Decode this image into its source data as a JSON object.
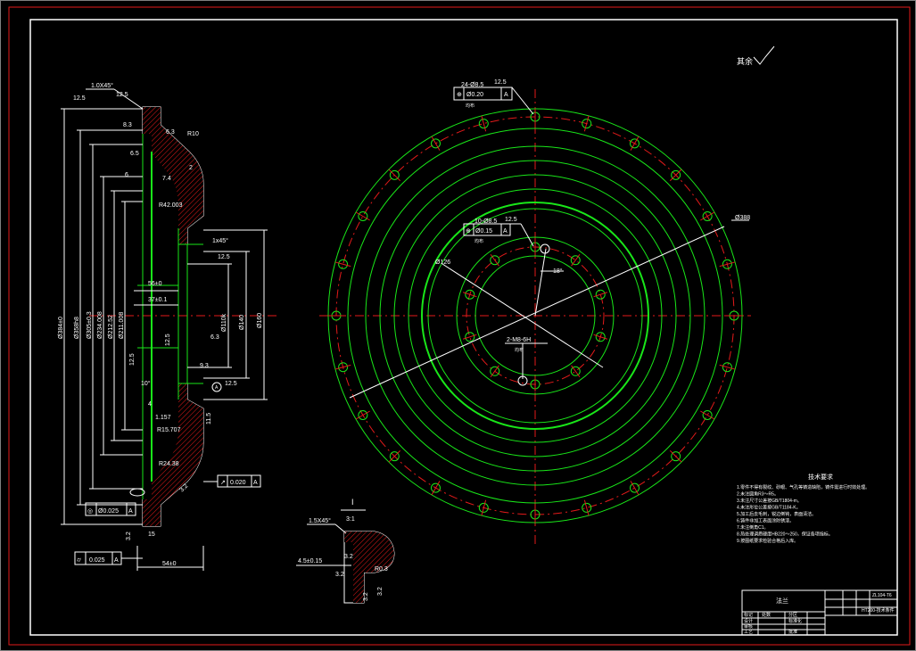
{
  "drawing": {
    "roughness_note": "其余",
    "top_tolerance": {
      "count_label": "24-Ø8.5",
      "position": "Ø0.20",
      "datum": "A",
      "roughness": "12.5",
      "note": "均布"
    },
    "inner_tolerance": {
      "count_label": "10-Ø8.5",
      "position": "Ø0.15",
      "datum": "A",
      "roughness": "12.5",
      "note": "均布"
    },
    "thread_label": "2-M8-6H",
    "thread_note": "均布",
    "angle_label": "18°",
    "dia_outer": "Ø388",
    "dia_pcd": "Ø126",
    "left_dims": {
      "chamfer": "1.0X45°",
      "r12_5_a": "12.5",
      "r12_5_b": "12.5",
      "r10": "R10",
      "h8_3": "8.3",
      "h6_3": "6.3",
      "r6_5": "6.5",
      "d6": "6",
      "r2": "2",
      "r7_4": "7.4",
      "r42": "R42.003",
      "c1x45": "1x45°",
      "r12_5_c": "12.5",
      "d56": "56±0",
      "d37": "37±0.1",
      "d110": "Ø110k",
      "d140": "Ø140",
      "d160": "Ø160",
      "r12_5_d": "12.5",
      "r12_5_e": "12.5",
      "r6_3": "6.3",
      "d9_3": "9.3",
      "r12_5_f": "12.5",
      "ang10": "10°",
      "d4": "4",
      "d1_157": "1.157",
      "r15": "R15.707",
      "r11_5": "11.5",
      "r24": "R24.38",
      "runout": "0.020",
      "runout_datum": "A",
      "r3_2": "3.2",
      "flat": "Ø0.025",
      "flat_datum": "A",
      "d15": "15",
      "r3_2b": "3.2",
      "cyl": "0.025",
      "cyl_datum": "A",
      "d54": "54±0",
      "big_dias": [
        "Ø384±0",
        "Ø358h8",
        "Ø305±0.3",
        "Ø234.008",
        "Ø212.52",
        "Ø211.008"
      ]
    },
    "detail": {
      "roman": "I",
      "scale": "3:1",
      "chamfer": "1.5X45°",
      "r3_2a": "3.2",
      "dim": "4.5±0.15",
      "r3_2b": "3.2",
      "r0_3": "R0.3",
      "r3_2c": "3.2",
      "r3_2d": "3.2"
    },
    "tech_req_title": "技术要求",
    "tech_req_lines": [
      "1.零件不得有裂纹、砂眼、气孔等铸造缺陷，铸件需进行时效处理。",
      "2.未注圆角R3～R5。",
      "3.未注尺寸公差按GB/T1804-m。",
      "4.未注形位公差按GB/T1184-K。",
      "5.加工后去毛刺，锐边倒钝，表面清洁。",
      "6.铸件非加工表面涂防锈漆。",
      "7.未注倒角C1。",
      "8.热处理调质硬度HB220～250，保证各项指标。",
      "9.按图纸要求检验合格后入库。"
    ],
    "title_block": {
      "name": "法兰",
      "r1": [
        "标记",
        "处数",
        "分区"
      ],
      "r2": [
        "设计",
        "标准化"
      ],
      "r3": [
        "审核"
      ],
      "r4": [
        "工艺",
        "批准"
      ],
      "code": "ZL104-T6",
      "sheet": "HT200-技术条件"
    }
  }
}
